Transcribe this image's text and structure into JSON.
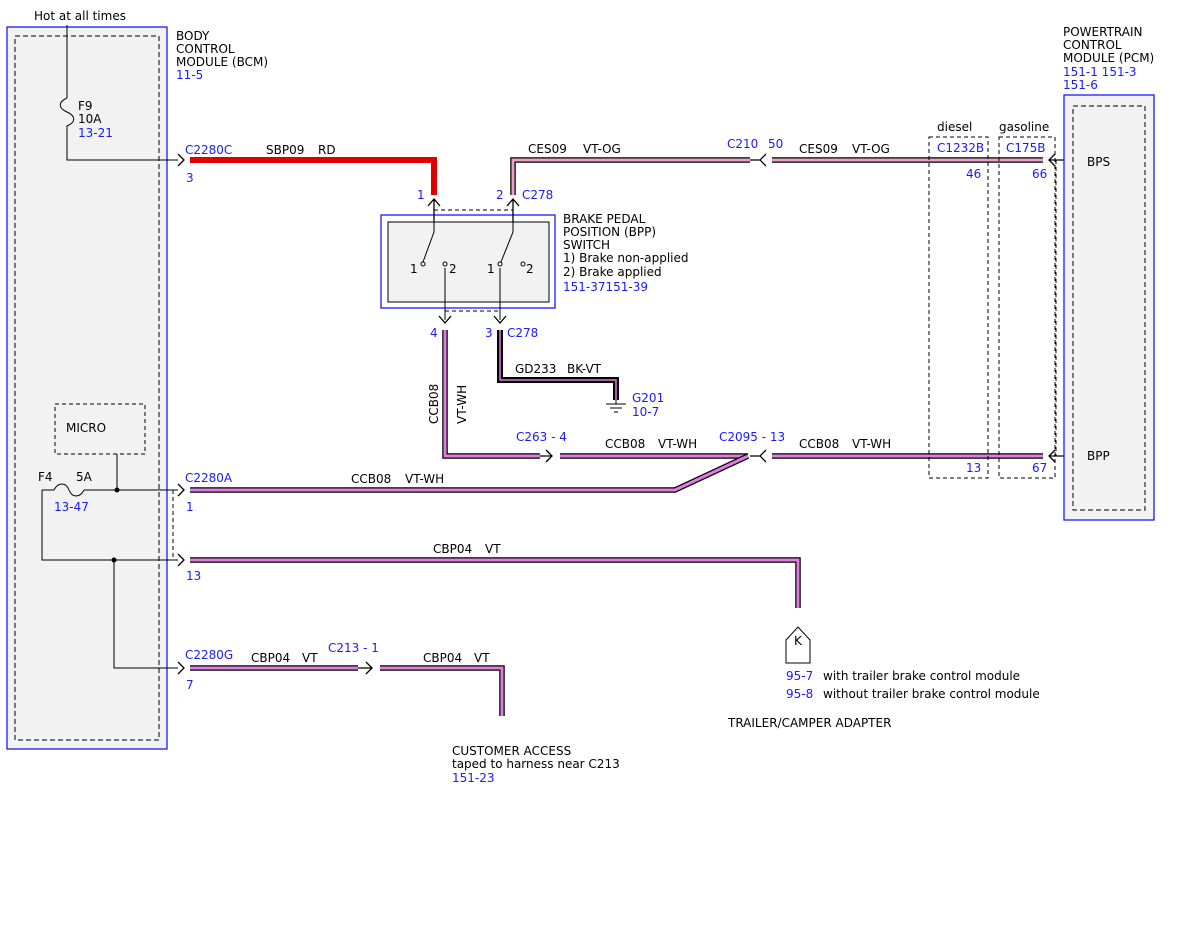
{
  "power": {
    "hot_label": "Hot at all times"
  },
  "bcm": {
    "line1": "BODY",
    "line2": "CONTROL",
    "line3": "MODULE (BCM)",
    "ref": "11-5",
    "micro_label": "MICRO",
    "fuse_f9": {
      "name": "F9",
      "rating": "10A",
      "ref": "13-21"
    },
    "fuse_f4": {
      "name": "F4",
      "rating": "5A",
      "ref": "13-47"
    }
  },
  "pcm": {
    "line1": "POWERTRAIN",
    "line2": "CONTROL",
    "line3": "MODULE (PCM)",
    "ref1": "151-1 151-3",
    "ref2": "151-6",
    "pin_bps": "BPS",
    "pin_bpp": "BPP"
  },
  "bpp_switch": {
    "line1": "BRAKE PEDAL",
    "line2": "POSITION (BPP)",
    "line3": "SWITCH",
    "state1": "1) Brake non-applied",
    "state2": "2) Brake applied",
    "ref": "151-37151-39",
    "contact_1": "1",
    "contact_2": "2"
  },
  "variants": {
    "diesel": "diesel",
    "gasoline": "gasoline"
  },
  "connectors": {
    "c2280c": {
      "name": "C2280C",
      "pin": "3"
    },
    "c2280a": {
      "name": "C2280A",
      "pin": "1"
    },
    "pin13": "13",
    "c2280g": {
      "name": "C2280G",
      "pin": "7"
    },
    "c278_top": {
      "name": "C278",
      "pin_a": "1",
      "pin_b": "2"
    },
    "c278_bottom": {
      "name": "C278",
      "pin_a": "4",
      "pin_b": "3"
    },
    "c210": {
      "name": "C210",
      "pin": "50"
    },
    "c1232b": {
      "name": "C1232B",
      "pin_bps": "46",
      "pin_bpp": "13"
    },
    "c175b": {
      "name": "C175B",
      "pin_bps": "66",
      "pin_bpp": "67"
    },
    "c263": "C263 - 4",
    "c2095": "C2095 - 13",
    "c213": "C213 - 1",
    "g201": {
      "name": "G201",
      "ref": "10-7"
    }
  },
  "wires": {
    "sbp09": {
      "circuit": "SBP09",
      "color": "RD"
    },
    "ces09": {
      "circuit": "CES09",
      "color": "VT-OG"
    },
    "ccb08": {
      "circuit": "CCB08",
      "color": "VT-WH"
    },
    "gd233": {
      "circuit": "GD233",
      "color": "BK-VT"
    },
    "cbp04": {
      "circuit": "CBP04",
      "color": "VT"
    }
  },
  "trailer": {
    "connector_letter": "K",
    "ref1": "95-7",
    "note1": "with trailer brake control module",
    "ref2": "95-8",
    "note2": "without trailer brake control module",
    "title": "TRAILER/CAMPER ADAPTER"
  },
  "customer_access": {
    "title": "CUSTOMER ACCESS",
    "note": "taped to harness near C213",
    "ref": "151-23"
  },
  "colors": {
    "ref_blue": "#1a1aff",
    "wire_red": "#e00000",
    "wire_violet": "#e07de0",
    "wire_pink": "#e8a0c8"
  }
}
